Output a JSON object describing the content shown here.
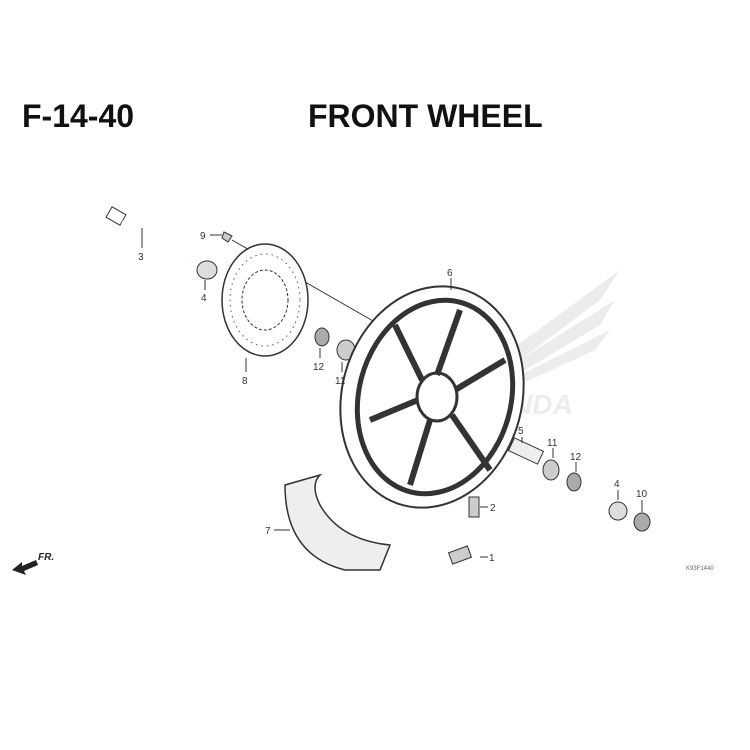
{
  "header": {
    "code": "F-14-40",
    "title": "FRONT WHEEL"
  },
  "direction_label": "FR.",
  "watermark": "HONDA",
  "reference_code": "K93F1440",
  "callouts": [
    "1",
    "2",
    "3",
    "4",
    "4",
    "5",
    "6",
    "7",
    "8",
    "9",
    "10",
    "11",
    "11",
    "12",
    "12"
  ]
}
